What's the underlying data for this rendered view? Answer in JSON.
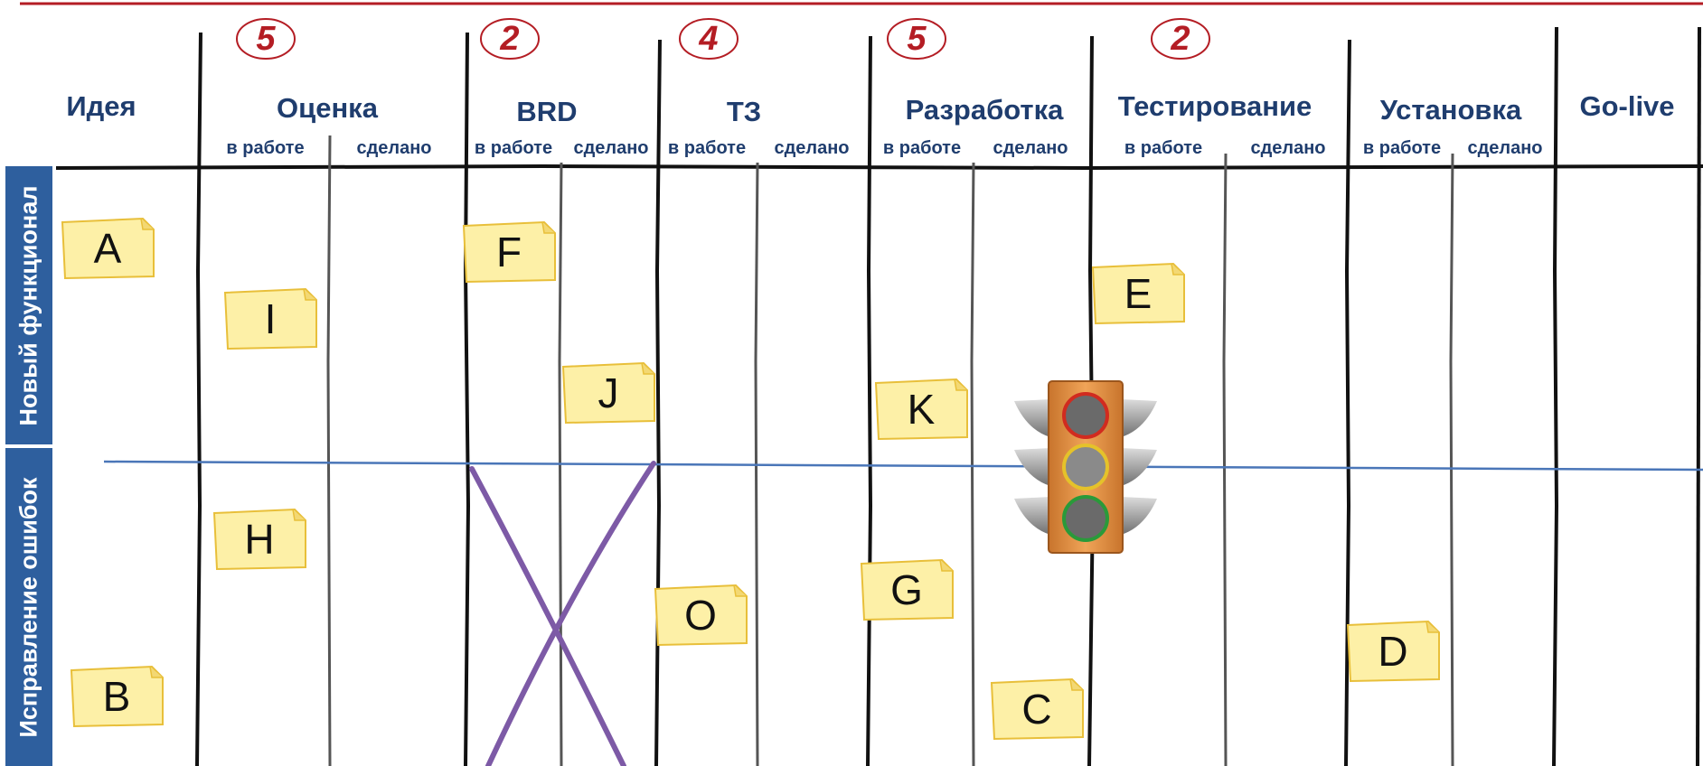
{
  "board": {
    "title": "",
    "colors": {
      "heading": "#1f3d6e",
      "wip_limit": "#b41d24",
      "lane": "#2e5f9e",
      "note_fill": "#fdf0a7",
      "note_border": "#e8bf3a",
      "cross": "#7d5aa6",
      "separator": "#4a76b8"
    },
    "columns": [
      {
        "id": "idea",
        "label": "Идея"
      },
      {
        "id": "estimate",
        "label": "Оценка",
        "wip": "5",
        "sub": [
          "в работе",
          "сделано"
        ]
      },
      {
        "id": "brd",
        "label": "BRD",
        "wip": "2",
        "sub": [
          "в работе",
          "сделано"
        ]
      },
      {
        "id": "tz",
        "label": "ТЗ",
        "wip": "4",
        "sub": [
          "в работе",
          "сделано"
        ]
      },
      {
        "id": "dev",
        "label": "Разработка",
        "wip": "5",
        "sub": [
          "в работе",
          "сделано"
        ]
      },
      {
        "id": "test",
        "label": "Тестирование",
        "wip": "2",
        "sub": [
          "в работе",
          "сделано"
        ]
      },
      {
        "id": "install",
        "label": "Установка",
        "sub": [
          "в работе",
          "сделано"
        ]
      },
      {
        "id": "golive",
        "label": "Go-live"
      }
    ],
    "lanes": [
      {
        "id": "new",
        "label": "Новый функционал"
      },
      {
        "id": "bugs",
        "label": "Исправление ошибок"
      }
    ],
    "cards": [
      {
        "id": "A",
        "label": "A",
        "column": "idea",
        "lane": "new"
      },
      {
        "id": "I",
        "label": "I",
        "column": "estimate",
        "stage": "в работе",
        "lane": "new"
      },
      {
        "id": "F",
        "label": "F",
        "column": "brd",
        "stage": "в работе",
        "lane": "new"
      },
      {
        "id": "J",
        "label": "J",
        "column": "brd",
        "stage": "сделано",
        "lane": "new"
      },
      {
        "id": "E",
        "label": "E",
        "column": "test",
        "stage": "в работе",
        "lane": "new"
      },
      {
        "id": "K",
        "label": "K",
        "column": "dev",
        "stage": "в работе",
        "lane": "new"
      },
      {
        "id": "H",
        "label": "H",
        "column": "estimate",
        "stage": "в работе",
        "lane": "bugs"
      },
      {
        "id": "B",
        "label": "B",
        "column": "idea",
        "lane": "bugs"
      },
      {
        "id": "O",
        "label": "O",
        "column": "tz",
        "stage": "в работе",
        "lane": "bugs"
      },
      {
        "id": "G",
        "label": "G",
        "column": "dev",
        "stage": "в работе",
        "lane": "bugs"
      },
      {
        "id": "C",
        "label": "C",
        "column": "dev",
        "stage": "сделано",
        "lane": "bugs"
      },
      {
        "id": "D",
        "label": "D",
        "column": "install",
        "stage": "в работе",
        "lane": "bugs"
      }
    ],
    "blocked_cell": {
      "column": "brd",
      "lane": "bugs",
      "icon": "cross-mark-icon"
    },
    "indicator": {
      "icon": "traffic-light-icon",
      "lights": [
        "red",
        "yellow",
        "green"
      ]
    }
  }
}
